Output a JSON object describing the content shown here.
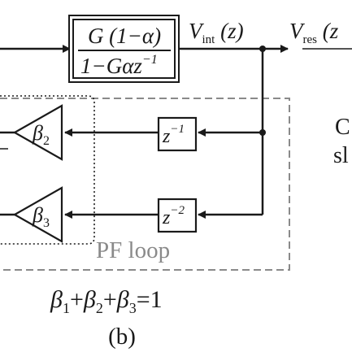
{
  "block_transfer": {
    "numerator": "G (1−α)",
    "denominator": "1−Gαz",
    "denominator_exp": "−1"
  },
  "signals": {
    "vint_base": "V",
    "vint_sub": "int",
    "vint_arg": " (z)",
    "vres_base": "V",
    "vres_sub": "res",
    "vres_arg": " (z"
  },
  "delays": {
    "d1_base": "z",
    "d1_exp": "−1",
    "d2_base": "z",
    "d2_exp": "−2"
  },
  "gains": {
    "b2_base": "β",
    "b2_sub": "2",
    "b3_base": "β",
    "b3_sub": "3"
  },
  "partial_text": {
    "line1": "C",
    "line2": "sl"
  },
  "loop_label": "PF loop",
  "constraint": {
    "b": "β",
    "s1": "1",
    "s2": "2",
    "s3": "3",
    "plus": "+",
    "eq": "=1"
  },
  "caption": "(b)",
  "colors": {
    "ink": "#1a1a1a",
    "loop_box": "#8a8a8a"
  }
}
